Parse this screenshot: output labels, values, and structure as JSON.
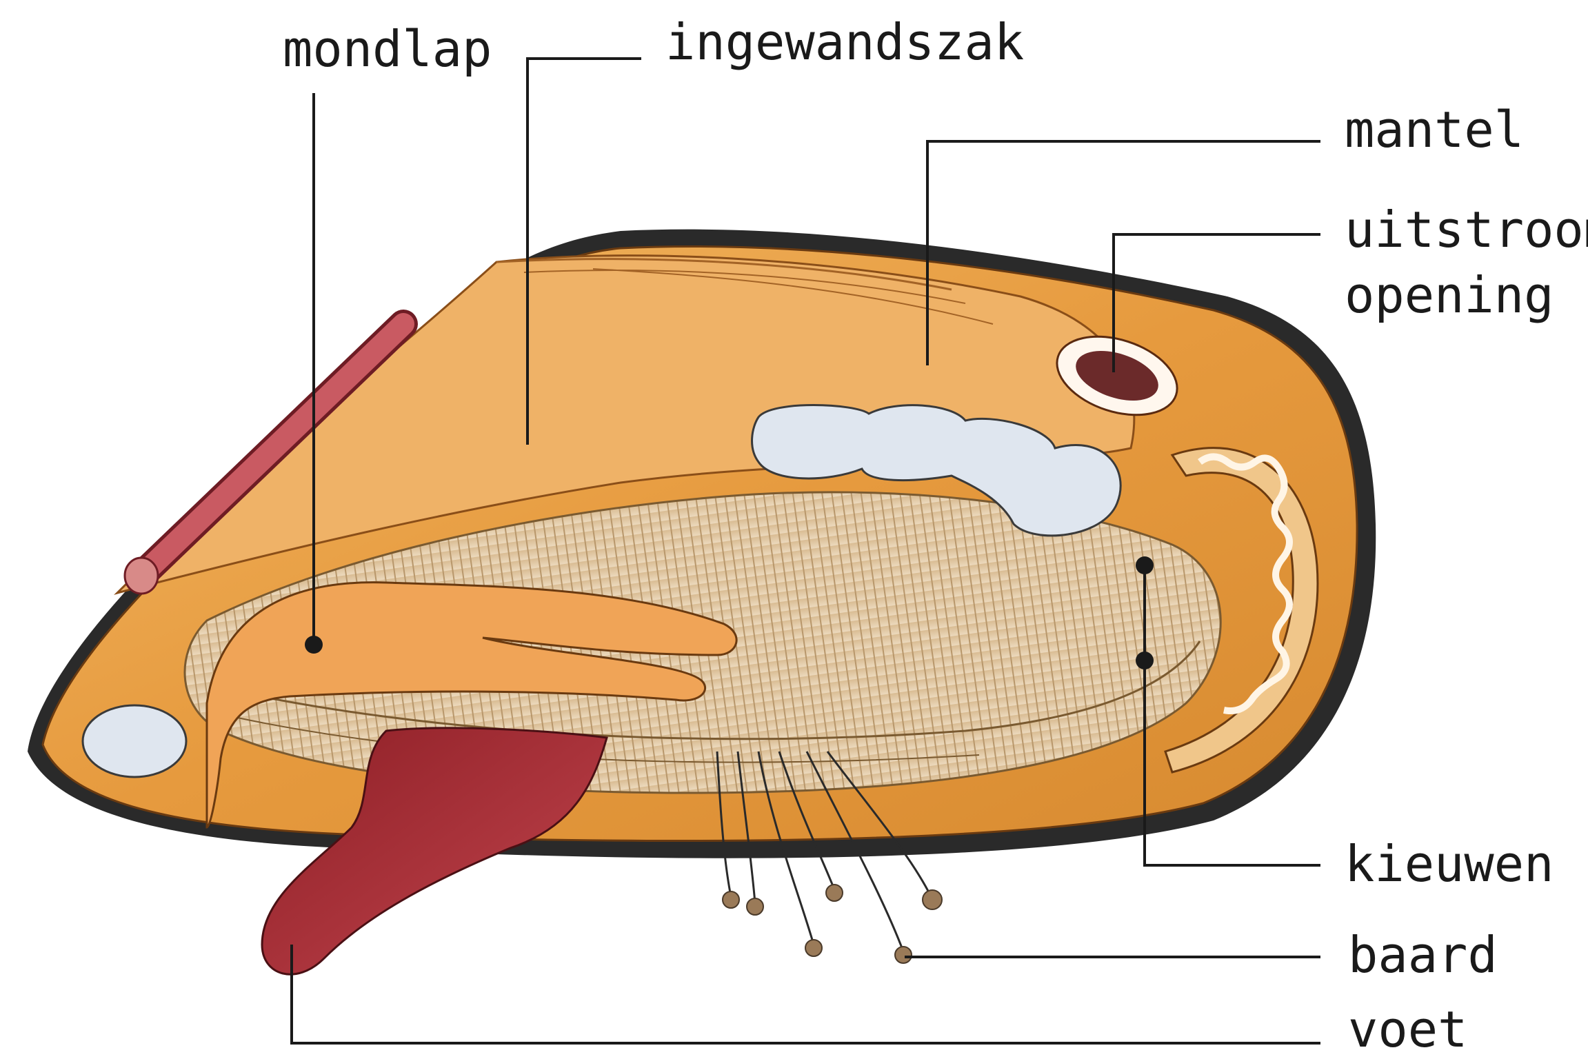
{
  "labels": {
    "mondlap": "mondlap",
    "ingewandszak": "ingewandszak",
    "mantel": "mantel",
    "uitstroom_line1": "uitstroom-",
    "uitstroom_line2": "opening",
    "kieuwen": "kieuwen",
    "baard": "baard",
    "voet": "voet"
  },
  "colors": {
    "shell": "#2a2a2a",
    "mantle": "#e9a54a",
    "mantle_light": "#f6cf8c",
    "gill": "#e2cbaa",
    "foot": "#a8303a",
    "muscle": "#c95a62",
    "siphon": "#6b2a2a",
    "spot": "#dfe6ef",
    "line": "#1a1a1a"
  }
}
